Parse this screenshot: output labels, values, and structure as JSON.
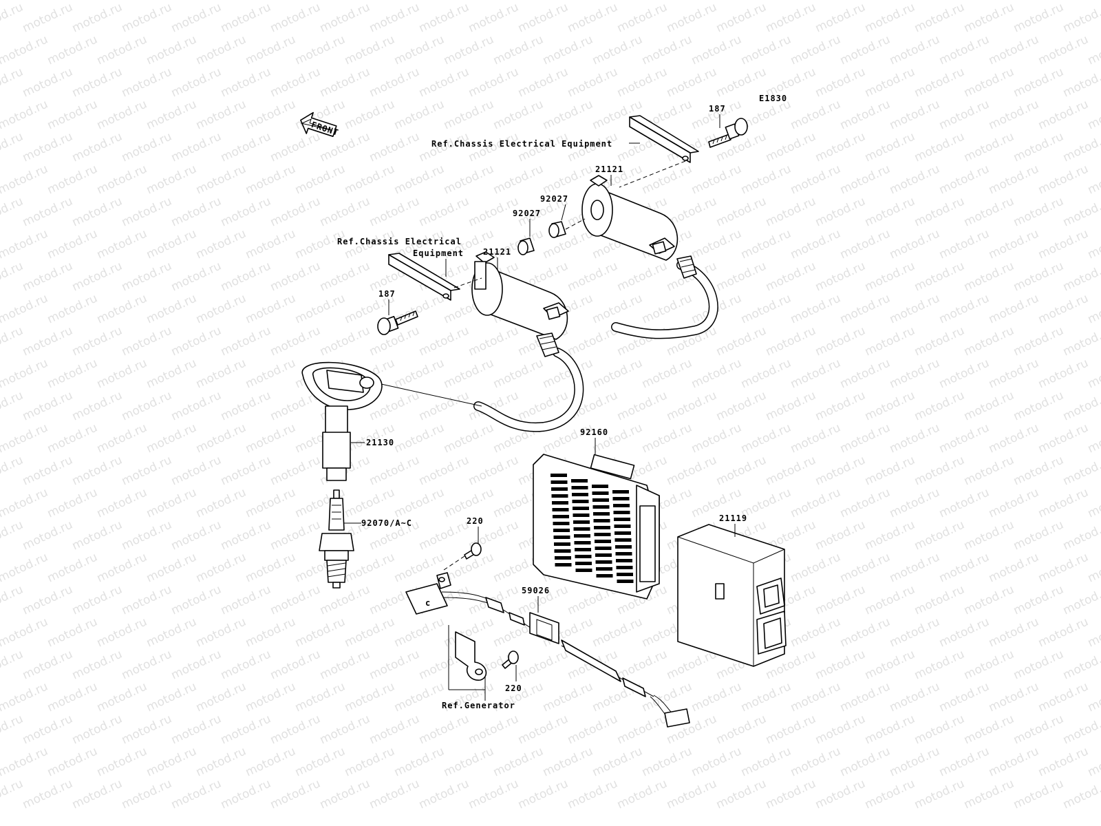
{
  "diagram": {
    "code": "E1830",
    "front_label": "FRONT",
    "watermark": "motod.ru",
    "labels": {
      "bolt_top": "187",
      "bolt_left": "187",
      "coil_right": "21121",
      "coil_left": "21121",
      "collar_right": "92027",
      "collar_left": "92027",
      "ref_chassis_top": "Ref.Chassis Electrical Equipment",
      "ref_chassis_left_1": "Ref.Chassis Electrical",
      "ref_chassis_left_2": "Equipment",
      "plug_cap": "21130",
      "spark_plug": "92070/A~C",
      "igniter": "92160",
      "ecu": "21119",
      "screw_top": "220",
      "screw_bottom": "220",
      "harness_clamp": "59026",
      "ref_generator": "Ref.Generator"
    }
  }
}
